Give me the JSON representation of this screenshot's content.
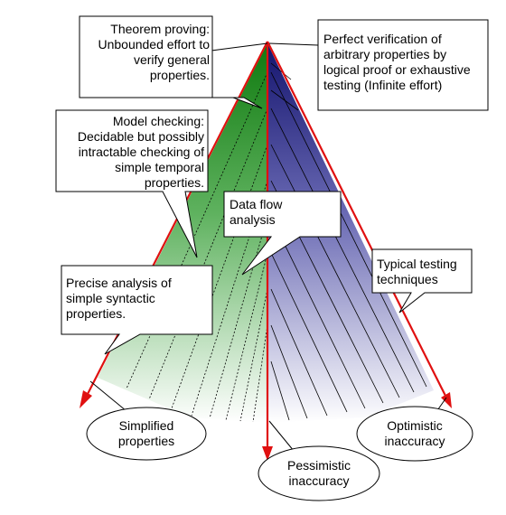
{
  "callouts": {
    "theorem_proving": "Theorem proving:\nUnbounded effort to\nverify general\nproperties.",
    "perfect_verification": "Perfect verification of\narbitrary properties by\nlogical proof or exhaustive\ntesting (Infinite effort)",
    "model_checking": "Model checking:\nDecidable but possibly\nintractable checking of\nsimple temporal\nproperties.",
    "data_flow": "Data flow\nanalysis",
    "typical_testing": "Typical testing\ntechniques",
    "precise_analysis": "Precise analysis of\nsimple syntactic\nproperties."
  },
  "ovals": {
    "simplified": "Simplified\nproperties",
    "pessimistic": "Pessimistic\ninaccuracy",
    "optimistic": "Optimistic\ninaccuracy"
  },
  "colors": {
    "green": "#1f8a1f",
    "blue": "#27278a",
    "red_axis": "#e01010"
  }
}
